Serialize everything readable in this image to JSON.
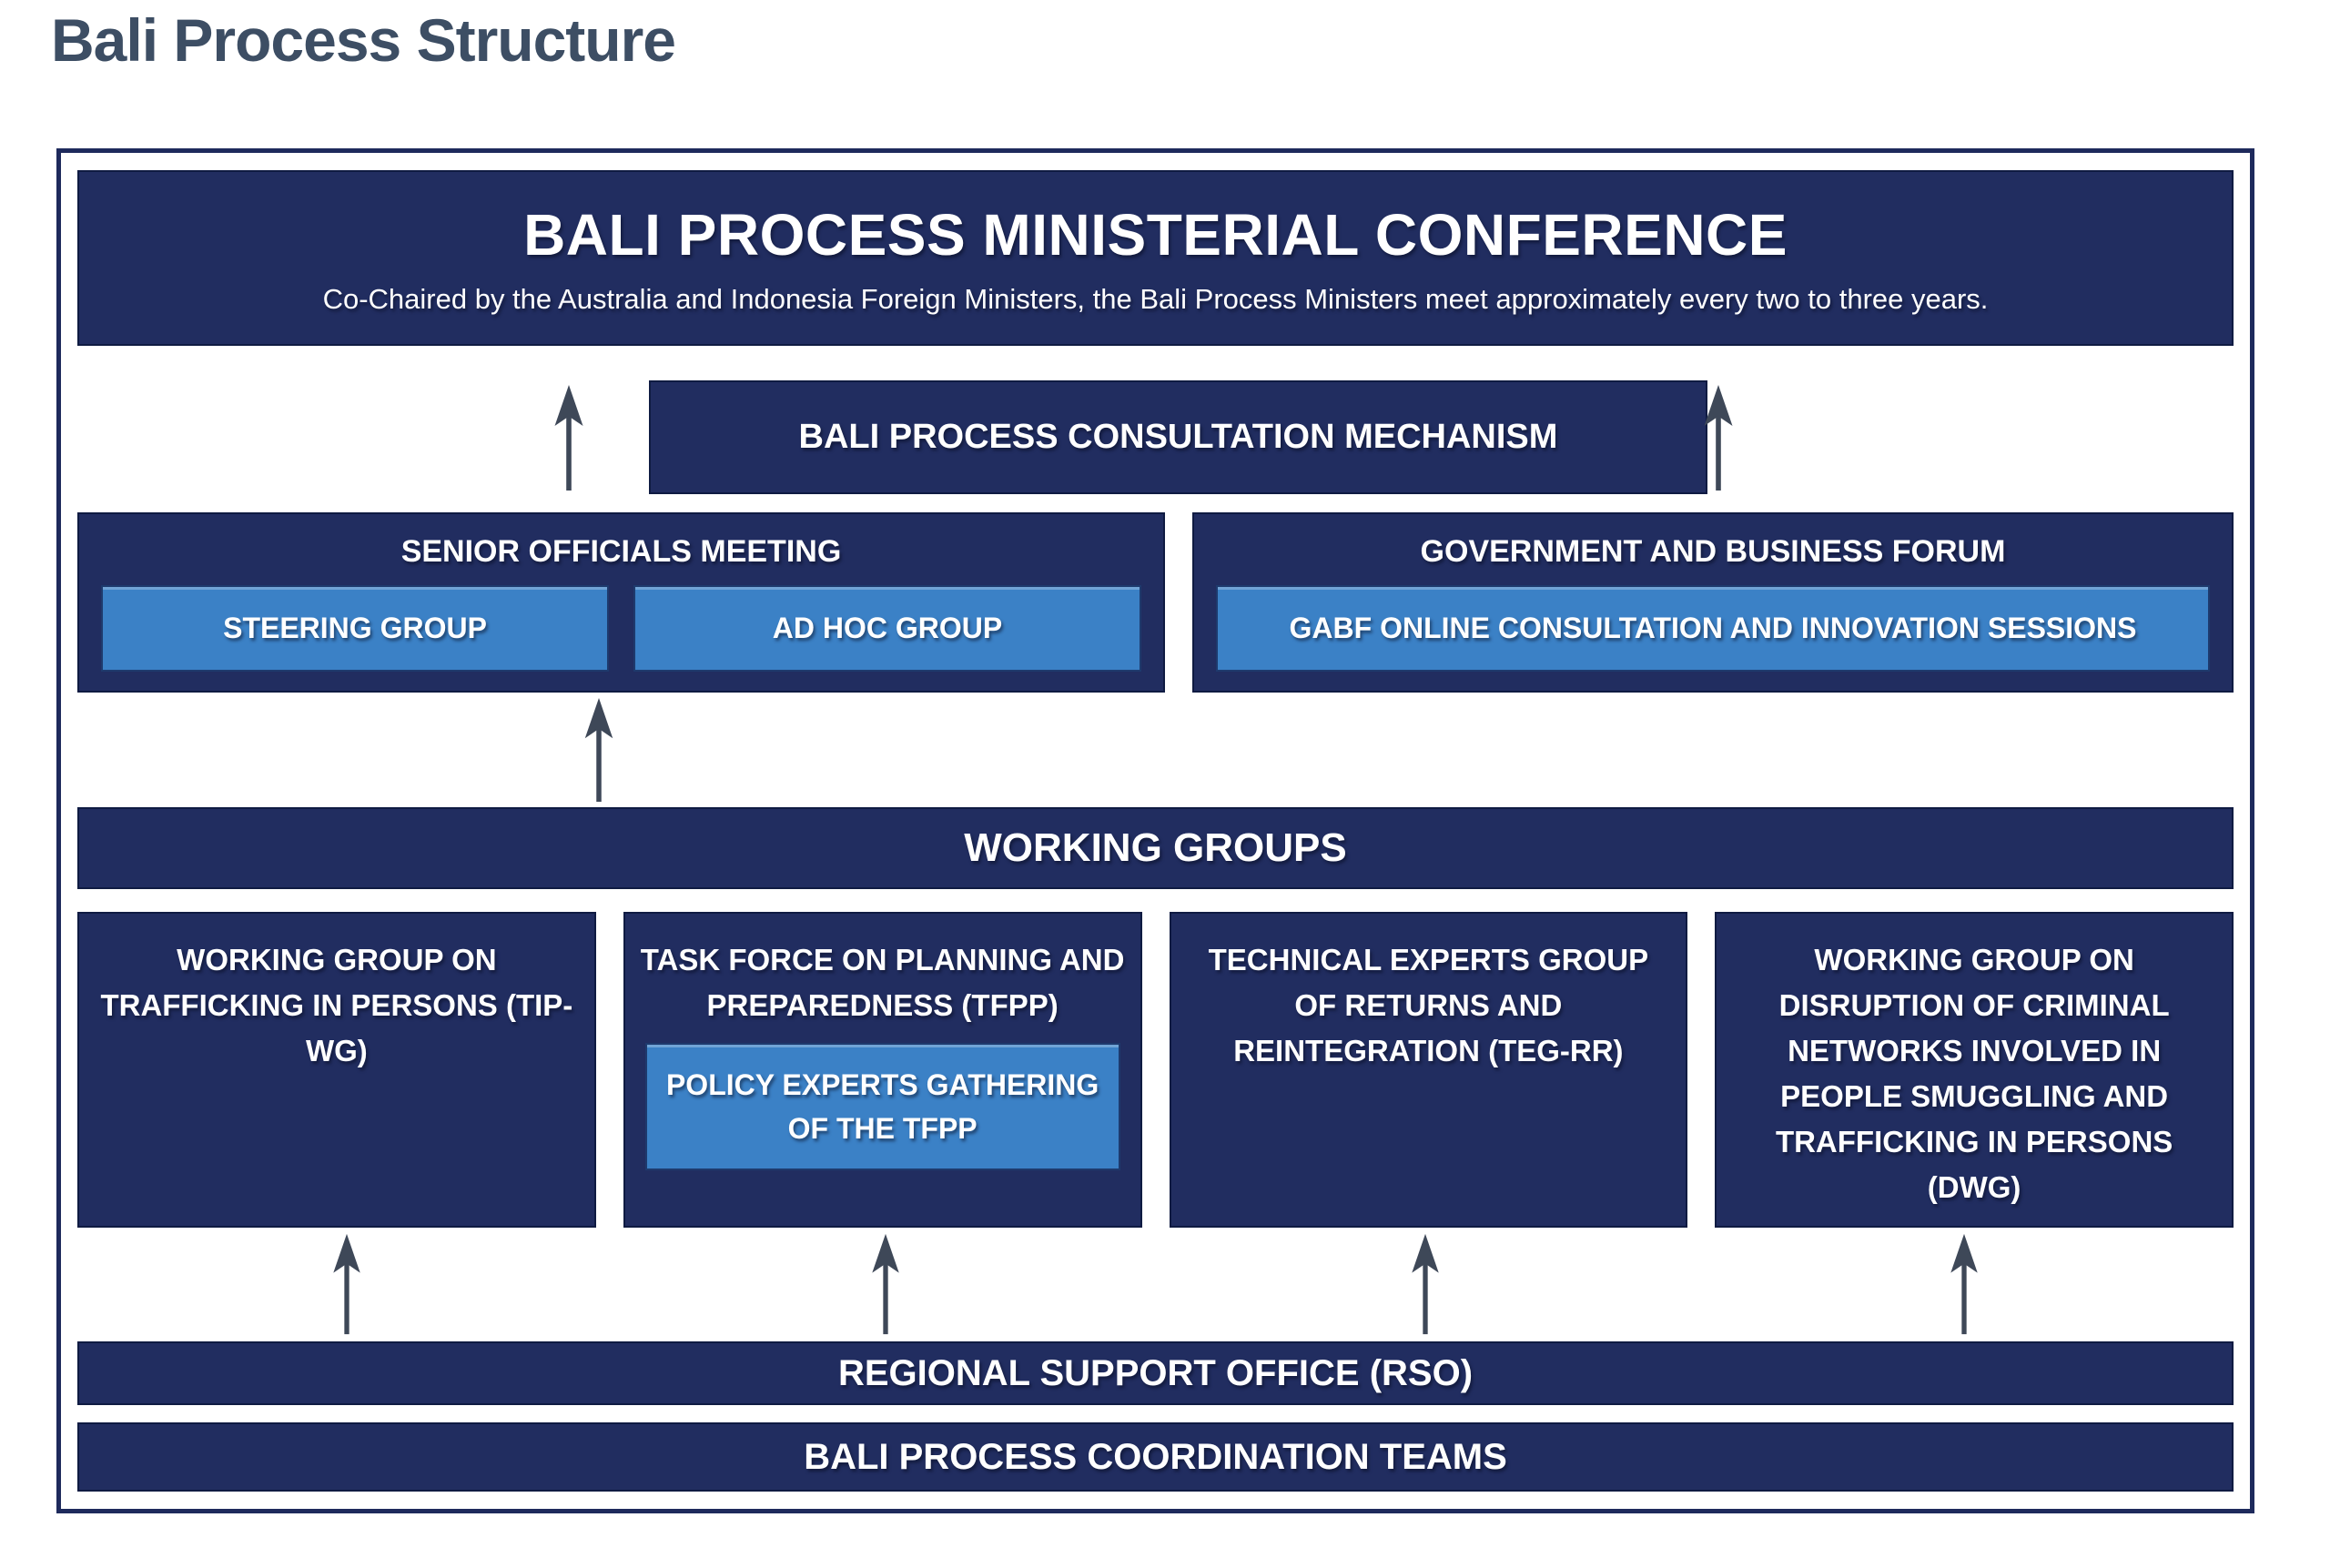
{
  "title": "Bali Process Structure",
  "colors": {
    "navy": "#212d60",
    "navy_border": "#0f1b42",
    "light_blue": "#3b81c6",
    "light_blue_border": "#1e3a6d",
    "outer_border": "#1e2a5c",
    "arrow": "#3e4858",
    "title_text": "#3d4e64",
    "box_text": "#ffffff",
    "background": "#ffffff"
  },
  "ministerial": {
    "title": "BALI PROCESS MINISTERIAL CONFERENCE",
    "subtitle": "Co-Chaired by the Australia and Indonesia Foreign Ministers, the Bali Process Ministers meet approximately every two to three years."
  },
  "consultation": {
    "label": "BALI PROCESS CONSULTATION MECHANISM"
  },
  "senior_officials": {
    "title": "SENIOR OFFICIALS MEETING",
    "sub_boxes": [
      {
        "label": "STEERING GROUP"
      },
      {
        "label": "AD HOC GROUP"
      }
    ]
  },
  "gov_business_forum": {
    "title": "GOVERNMENT AND BUSINESS FORUM",
    "sub_boxes": [
      {
        "label": "GABF ONLINE CONSULTATION AND INNOVATION SESSIONS"
      }
    ]
  },
  "working_groups": {
    "bar_label": "WORKING GROUPS",
    "groups": [
      {
        "label": "WORKING GROUP ON TRAFFICKING IN PERSONS (TIP-WG)"
      },
      {
        "label": "TASK FORCE ON PLANNING AND PREPAREDNESS (TFPP)",
        "sub_box": {
          "label": "POLICY EXPERTS GATHERING OF THE TFPP"
        }
      },
      {
        "label": "TECHNICAL EXPERTS GROUP OF RETURNS AND REINTEGRATION (TEG-RR)"
      },
      {
        "label": "WORKING GROUP ON DISRUPTION OF CRIMINAL NETWORKS INVOLVED IN PEOPLE SMUGGLING AND TRAFFICKING IN PERSONS (DWG)"
      }
    ]
  },
  "regional_support_office": {
    "label": "REGIONAL SUPPORT OFFICE (RSO)"
  },
  "coordination_teams": {
    "label": "BALI PROCESS COORDINATION TEAMS"
  }
}
